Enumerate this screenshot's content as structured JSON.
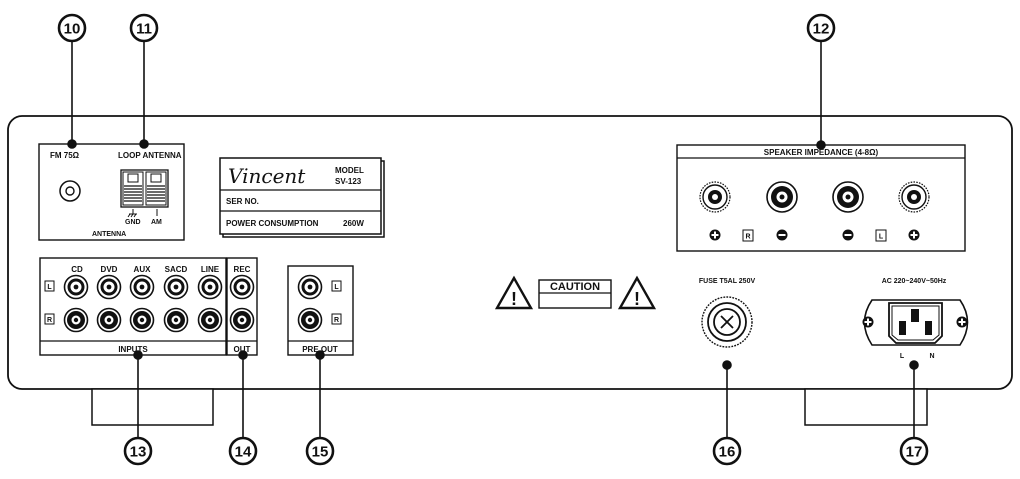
{
  "callouts": {
    "c10": "10",
    "c11": "11",
    "c12": "12",
    "c13": "13",
    "c14": "14",
    "c15": "15",
    "c16": "16",
    "c17": "17"
  },
  "antenna": {
    "fm_label": "FM 75Ω",
    "loop_label": "LOOP ANTENNA",
    "gnd_label": "GND",
    "am_label": "AM",
    "section_label": "ANTENNA"
  },
  "plate": {
    "brand": "Vincent",
    "model_label": "MODEL",
    "model_value": "SV-123",
    "serial_label": "SER NO.",
    "power_label": "POWER CONSUMPTION",
    "power_value": "260W"
  },
  "inputs": {
    "columns": [
      "CD",
      "DVD",
      "AUX",
      "SACD",
      "LINE"
    ],
    "left_mark": "L",
    "right_mark": "R",
    "section_label": "INPUTS"
  },
  "rec": {
    "top_label": "REC",
    "bottom_label": "OUT"
  },
  "preout": {
    "left_mark": "L",
    "right_mark": "R",
    "section_label": "PRE OUT"
  },
  "caution": {
    "label": "CAUTION",
    "warning_glyph": "!"
  },
  "fuse": {
    "label": "FUSE T5AL 250V"
  },
  "speaker": {
    "title": "SPEAKER IMPEDANCE (4-8Ω)",
    "right_mark": "R",
    "left_mark": "L"
  },
  "ac": {
    "label": "AC 220~240V~50Hz",
    "l_label": "L",
    "n_label": "N"
  }
}
